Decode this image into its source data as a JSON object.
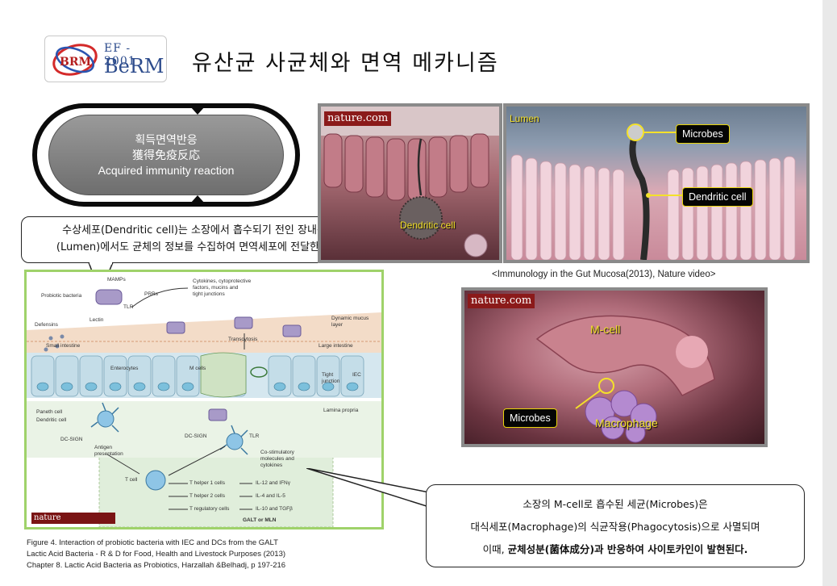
{
  "logo": {
    "line1": "EF - 2001",
    "line2": "BeRM",
    "mark": "BRM"
  },
  "title": "유산균 사균체와 면역 메카니즘",
  "stadium": {
    "line1": "획득면역반응",
    "line2": "獲得免疫反応",
    "line3": "Acquired immunity reaction"
  },
  "bubble1": {
    "line1": "수상세포(Dendritic cell)는 소장에서 흡수되기 전인 장내강",
    "line2": "(Lumen)에서도 균체의 정보를 수집하여 면역세포에 전달한다."
  },
  "figure": {
    "labels": {
      "mamps": "MAMPs",
      "probiotic": "Probiotic bacteria",
      "prrs": "PRRs",
      "tlr": "TLR",
      "lectin": "Lectin",
      "defensins": "Defensins",
      "cytokines_top": "Cytokines, cytoprotective",
      "cytokines_top2": "factors, mucins and",
      "cytokines_top3": "tight junctions",
      "mucus": "Dynamic mucus",
      "mucus2": "layer",
      "transcytosis": "Transcytosis",
      "small_intestine": "Small intestine",
      "large_intestine": "Large intestine",
      "enterocytes": "Enterocytes",
      "mcells": "M cells",
      "tight": "Tight",
      "junction": "junction",
      "iec": "IEC",
      "paneth": "Paneth cell",
      "dendritic": "Dendritic cell",
      "lamina": "Lamina propria",
      "dcsign1": "DC-SIGN",
      "dcsign2": "DC-SIGN",
      "tlr2": "TLR",
      "antigen": "Antigen",
      "presentation": "presentation",
      "costim": "Co-stimulatory",
      "costim2": "molecules and",
      "costim3": "cytokines",
      "tcell": "T cell",
      "th1": "T helper 1 cells",
      "th2": "T helper 2 cells",
      "treg": "T regulatory cells",
      "il12": "IL-12 and IFNγ",
      "il4": "IL-4 and IL-5",
      "il10": "IL-10 and TGFβ",
      "galt": "GALT or MLN"
    },
    "nature_mark": "nature"
  },
  "caption": {
    "line1": "Figure 4. Interaction of probiotic bacteria with IEC and DCs from the GALT",
    "line2": "Lactic Acid Bacteria - R & D for Food, Health and Livestock Purposes (2013)",
    "line3": "Chapter 8. Lactic Acid Bacteria as Probiotics, Harzallah &Belhadj,  p 197-216"
  },
  "shot1": {
    "nature": "nature.com",
    "label": "Dendritic cell"
  },
  "shot2": {
    "lumen": "Lumen",
    "microbes": "Microbes",
    "dendritic": "Dendritic cell"
  },
  "reference": "<Immunology in the Gut Mucosa(2013), Nature video>",
  "shot3": {
    "nature": "nature.com",
    "mcell": "M-cell",
    "microbes": "Microbes",
    "macrophage": "Macrophage"
  },
  "bubble2": {
    "line1": "소장의 M-cell로 흡수된 세균(Microbes)은",
    "line2": "대식세포(Macrophage)의 식균작용(Phagocytosis)으로 사멸되며",
    "line3a": "이때, ",
    "line3b": "균체성분(菌体成分)과 반응하여 사이토카인이 발현된다."
  },
  "colors": {
    "figure_border": "#9fd26a",
    "nature_red": "#8b1a1a",
    "callout_yellow": "#f4e12a"
  }
}
